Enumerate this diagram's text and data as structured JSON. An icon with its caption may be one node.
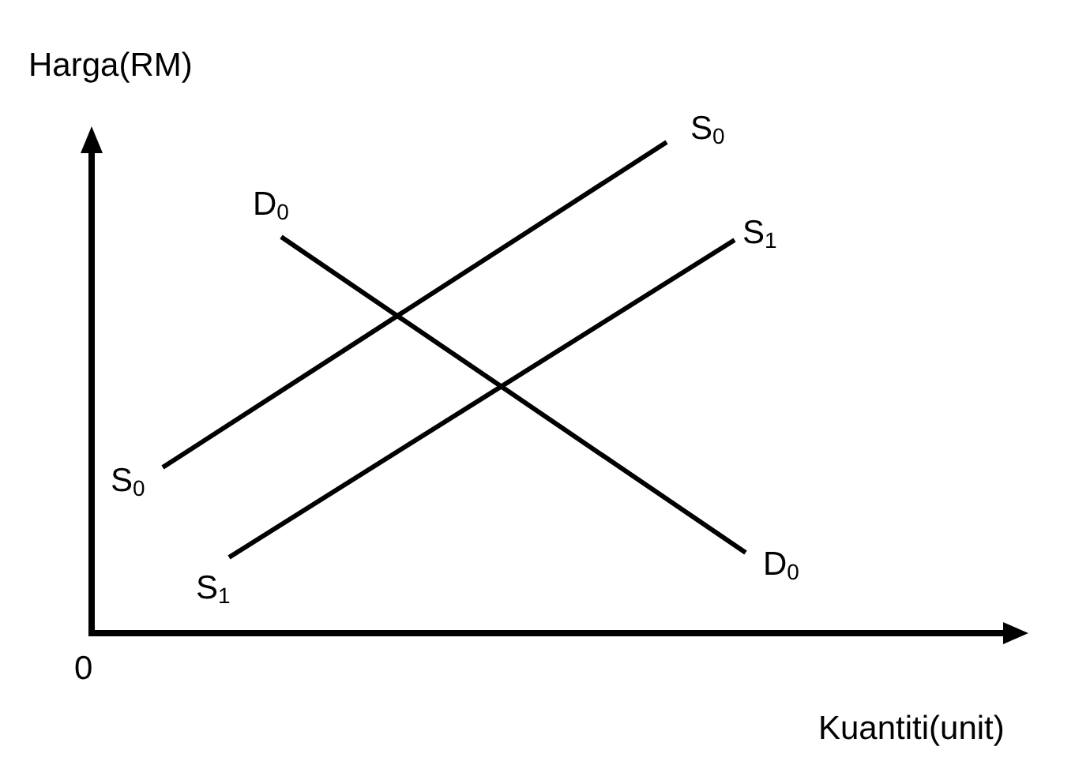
{
  "diagram": {
    "labels": [
      "Harga(RM)",
      "S$_{0}$",
      "D$_{0}$",
      "S$_{1}$",
      "S$_{0}$",
      "D$_{0}$",
      "S$_{1}$",
      "0",
      "Kuantiti(unit)"
    ]
  }
}
